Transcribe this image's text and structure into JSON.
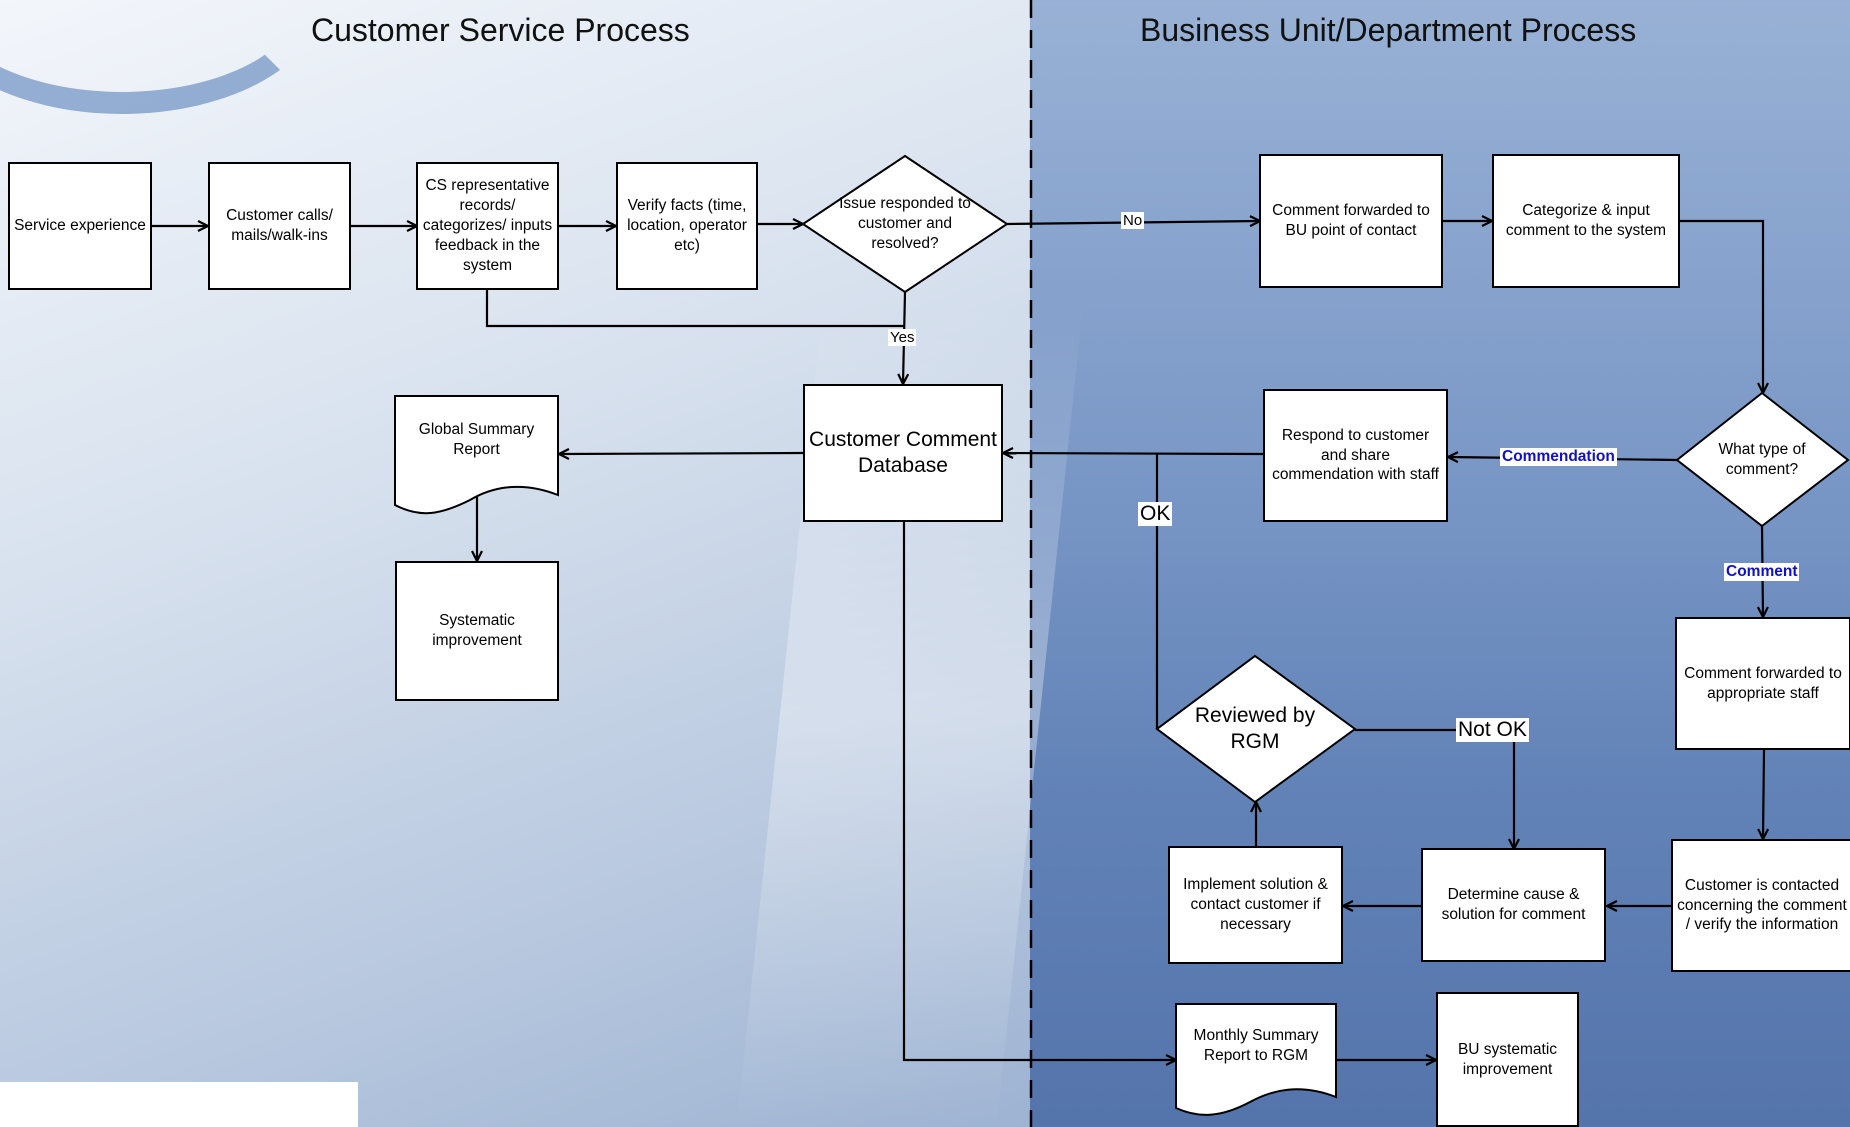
{
  "titles": {
    "left": "Customer Service Process",
    "right": "Business Unit/Department Process"
  },
  "nodes": {
    "service_experience": "Service experience",
    "customer_calls": "Customer calls/ mails/walk-ins",
    "cs_rep": "CS representative records/ categorizes/ inputs feedback in the system",
    "verify_facts": "Verify facts (time, location, operator etc)",
    "issue_resolved": "Issue responded to customer and resolved?",
    "customer_db": "Customer Comment Database",
    "global_summary": "Global Summary Report",
    "systematic_improvement": "Systematic improvement",
    "forwarded_bu": "Comment forwarded to BU point of contact",
    "categorize_input": "Categorize & input comment to the system",
    "what_type": "What type of comment?",
    "respond_customer": "Respond to customer and share commendation with staff",
    "forwarded_staff": "Comment forwarded to appropriate staff",
    "customer_contacted": "Customer is contacted concerning the comment / verify the information",
    "determine_cause": "Determine cause & solution for comment",
    "implement_solution": "Implement solution & contact customer if necessary",
    "reviewed_rgm": "Reviewed by RGM",
    "monthly_summary": "Monthly Summary Report to RGM",
    "bu_improvement": "BU systematic improvement"
  },
  "labels": {
    "no": "No",
    "yes": "Yes",
    "commendation": "Commendation",
    "comment": "Comment",
    "ok": "OK",
    "not_ok": "Not OK"
  },
  "colors": {
    "label_blue": "#1010c8",
    "line": "#000000"
  }
}
